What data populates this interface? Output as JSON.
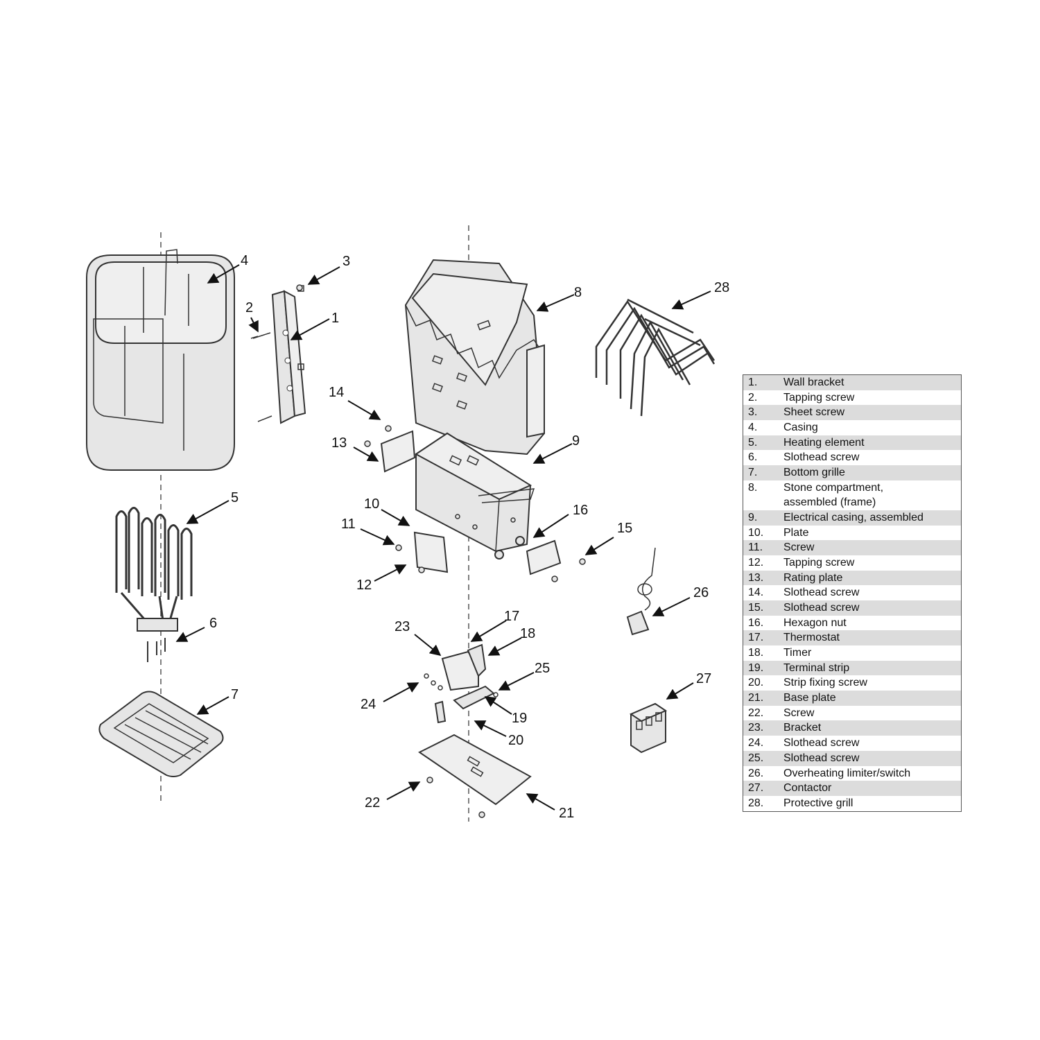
{
  "callouts": [
    "1",
    "2",
    "3",
    "4",
    "5",
    "6",
    "7",
    "8",
    "9",
    "10",
    "11",
    "12",
    "13",
    "14",
    "15",
    "16",
    "17",
    "18",
    "19",
    "20",
    "21",
    "22",
    "23",
    "24",
    "25",
    "26",
    "27",
    "28"
  ],
  "legend": [
    {
      "num": "1.",
      "label": "Wall bracket"
    },
    {
      "num": "2.",
      "label": "Tapping screw"
    },
    {
      "num": "3.",
      "label": "Sheet screw"
    },
    {
      "num": "4.",
      "label": "Casing"
    },
    {
      "num": "5.",
      "label": "Heating element"
    },
    {
      "num": "6.",
      "label": "Slothead screw"
    },
    {
      "num": "7.",
      "label": "Bottom grille"
    },
    {
      "num": "8.",
      "label": "Stone compartment,\nassembled (frame)"
    },
    {
      "num": "9.",
      "label": "Electrical casing, assembled"
    },
    {
      "num": "10.",
      "label": "Plate"
    },
    {
      "num": "11.",
      "label": "Screw"
    },
    {
      "num": "12.",
      "label": "Tapping screw"
    },
    {
      "num": "13.",
      "label": "Rating plate"
    },
    {
      "num": "14.",
      "label": "Slothead screw"
    },
    {
      "num": "15.",
      "label": "Slothead screw"
    },
    {
      "num": "16.",
      "label": "Hexagon nut"
    },
    {
      "num": "17.",
      "label": "Thermostat"
    },
    {
      "num": "18.",
      "label": "Timer"
    },
    {
      "num": "19.",
      "label": "Terminal strip"
    },
    {
      "num": "20.",
      "label": "Strip fixing screw"
    },
    {
      "num": "21.",
      "label": "Base plate"
    },
    {
      "num": "22.",
      "label": "Screw"
    },
    {
      "num": "23.",
      "label": "Bracket"
    },
    {
      "num": "24.",
      "label": "Slothead screw"
    },
    {
      "num": "25.",
      "label": "Slothead screw"
    },
    {
      "num": "26.",
      "label": "Overheating limiter/switch"
    },
    {
      "num": "27.",
      "label": "Contactor"
    },
    {
      "num": "28.",
      "label": "Protective grill"
    }
  ]
}
